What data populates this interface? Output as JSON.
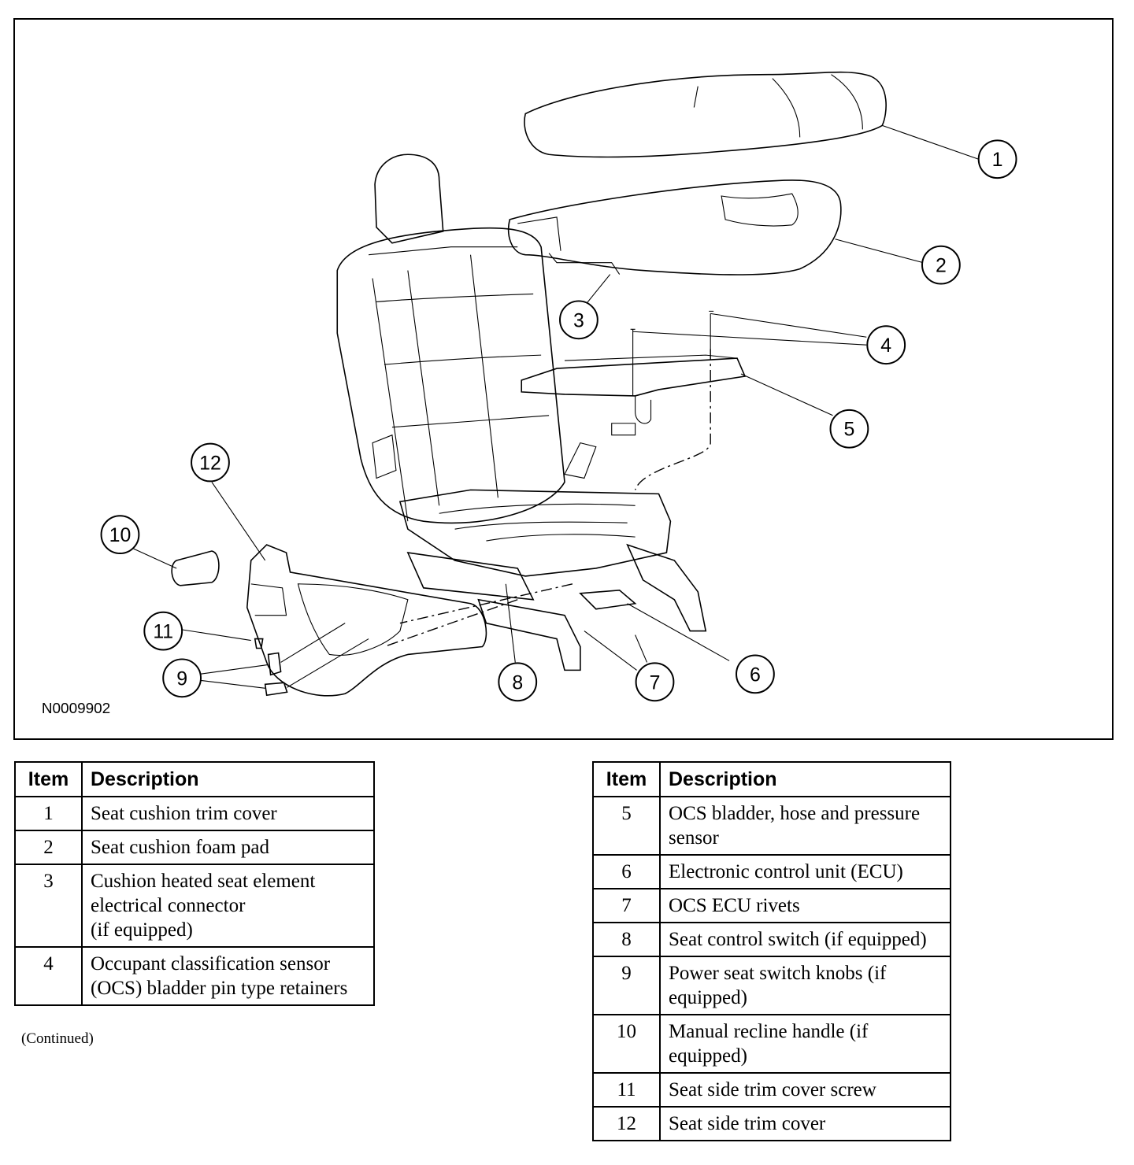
{
  "figure": {
    "id": "N0009902",
    "callouts": [
      "1",
      "2",
      "3",
      "4",
      "5",
      "6",
      "7",
      "8",
      "9",
      "10",
      "11",
      "12"
    ]
  },
  "tables": {
    "left": {
      "headers": [
        "Item",
        "Description"
      ],
      "rows": [
        {
          "item": "1",
          "description": "Seat cushion trim cover"
        },
        {
          "item": "2",
          "description": "Seat cushion foam pad"
        },
        {
          "item": "3",
          "description": "Cushion heated seat element electrical connector\n(if equipped)"
        },
        {
          "item": "4",
          "description": "Occupant classification sensor (OCS) bladder pin type retainers"
        }
      ],
      "note": "(Continued)"
    },
    "right": {
      "headers": [
        "Item",
        "Description"
      ],
      "rows": [
        {
          "item": "5",
          "description": "OCS bladder, hose and pressure sensor"
        },
        {
          "item": "6",
          "description": "Electronic control unit (ECU)"
        },
        {
          "item": "7",
          "description": "OCS ECU rivets"
        },
        {
          "item": "8",
          "description": "Seat control switch (if equipped)"
        },
        {
          "item": "9",
          "description": "Power seat switch knobs (if equipped)"
        },
        {
          "item": "10",
          "description": "Manual recline handle (if equipped)"
        },
        {
          "item": "11",
          "description": "Seat side trim cover screw"
        },
        {
          "item": "12",
          "description": "Seat side trim cover"
        }
      ]
    }
  }
}
